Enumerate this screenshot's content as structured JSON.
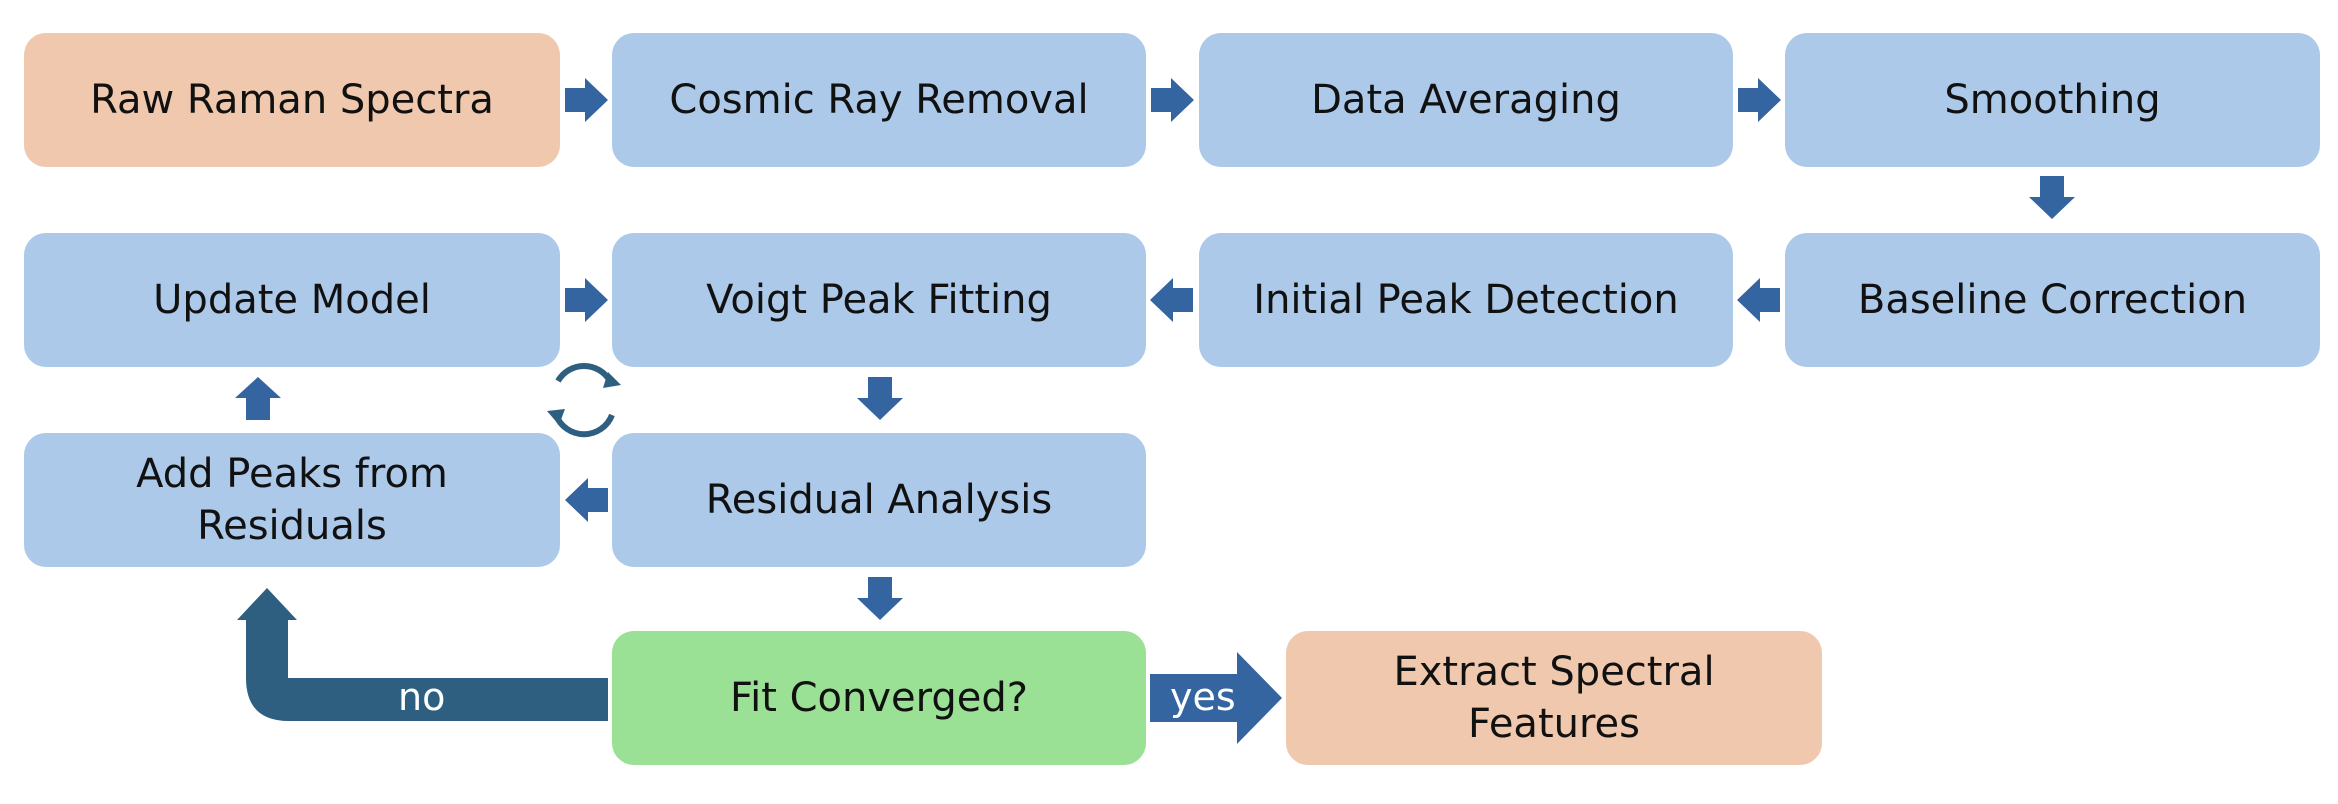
{
  "nodes": {
    "raw_spectra": "Raw Raman Spectra",
    "cosmic_ray_removal": "Cosmic Ray Removal",
    "data_averaging": "Data Averaging",
    "smoothing": "Smoothing",
    "baseline_correction": "Baseline Correction",
    "initial_peak_detection": "Initial Peak Detection",
    "voigt_peak_fitting": "Voigt Peak Fitting",
    "update_model": "Update Model",
    "add_peaks_line1": "Add Peaks from",
    "add_peaks_line2": "Residuals",
    "residual_analysis": "Residual Analysis",
    "fit_converged": "Fit Converged?",
    "extract_features": "Extract Spectral Features"
  },
  "edges": {
    "no_label": "no",
    "yes_label": "yes"
  },
  "colors": {
    "process_box": "#adc9ea",
    "terminal_box": "#efc8ae",
    "decision_box": "#9ae095",
    "arrow": "#3465a1",
    "loop_arrow": "#2f5f80"
  },
  "icons": {
    "loop": "refresh-cycle-icon"
  }
}
